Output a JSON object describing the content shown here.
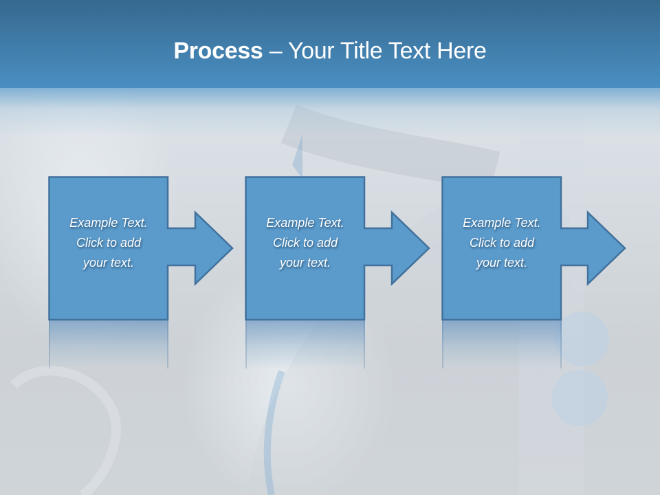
{
  "slide": {
    "title": {
      "bold": "Process",
      "rest": " – Your Title Text Here"
    },
    "steps": [
      {
        "line1": "Example Text.",
        "line2": "Click  to add",
        "line3": "your text."
      },
      {
        "line1": "Example Text.",
        "line2": "Click  to add",
        "line3": "your text."
      },
      {
        "line1": "Example Text.",
        "line2": "Click  to add",
        "line3": "your text."
      }
    ],
    "colors": {
      "header_top": "#35698f",
      "header_bottom": "#4a8fc2",
      "box_fill": "#5b9bcb",
      "box_border": "#41719c",
      "text": "#ffffff",
      "background": "#d3d8dc"
    }
  }
}
